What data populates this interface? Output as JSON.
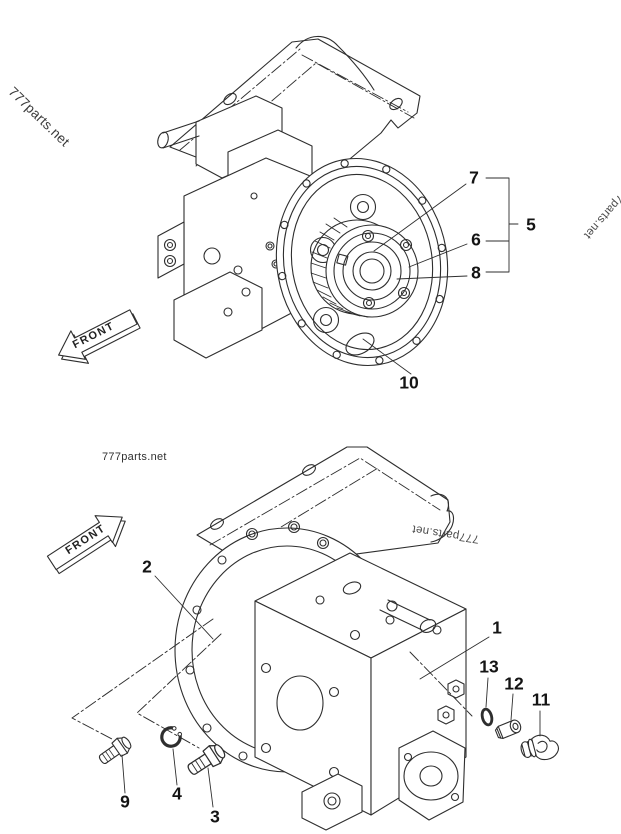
{
  "watermark": {
    "text": "777parts.net"
  },
  "front_arrow": {
    "label": "FRONT"
  },
  "callouts": {
    "upper": {
      "n7": "7",
      "n5": "5",
      "n6": "6",
      "n8": "8",
      "n10": "10"
    },
    "lower": {
      "n2": "2",
      "n1": "1",
      "n13": "13",
      "n12": "12",
      "n11": "11",
      "n9": "9",
      "n4": "4",
      "n3": "3"
    }
  }
}
